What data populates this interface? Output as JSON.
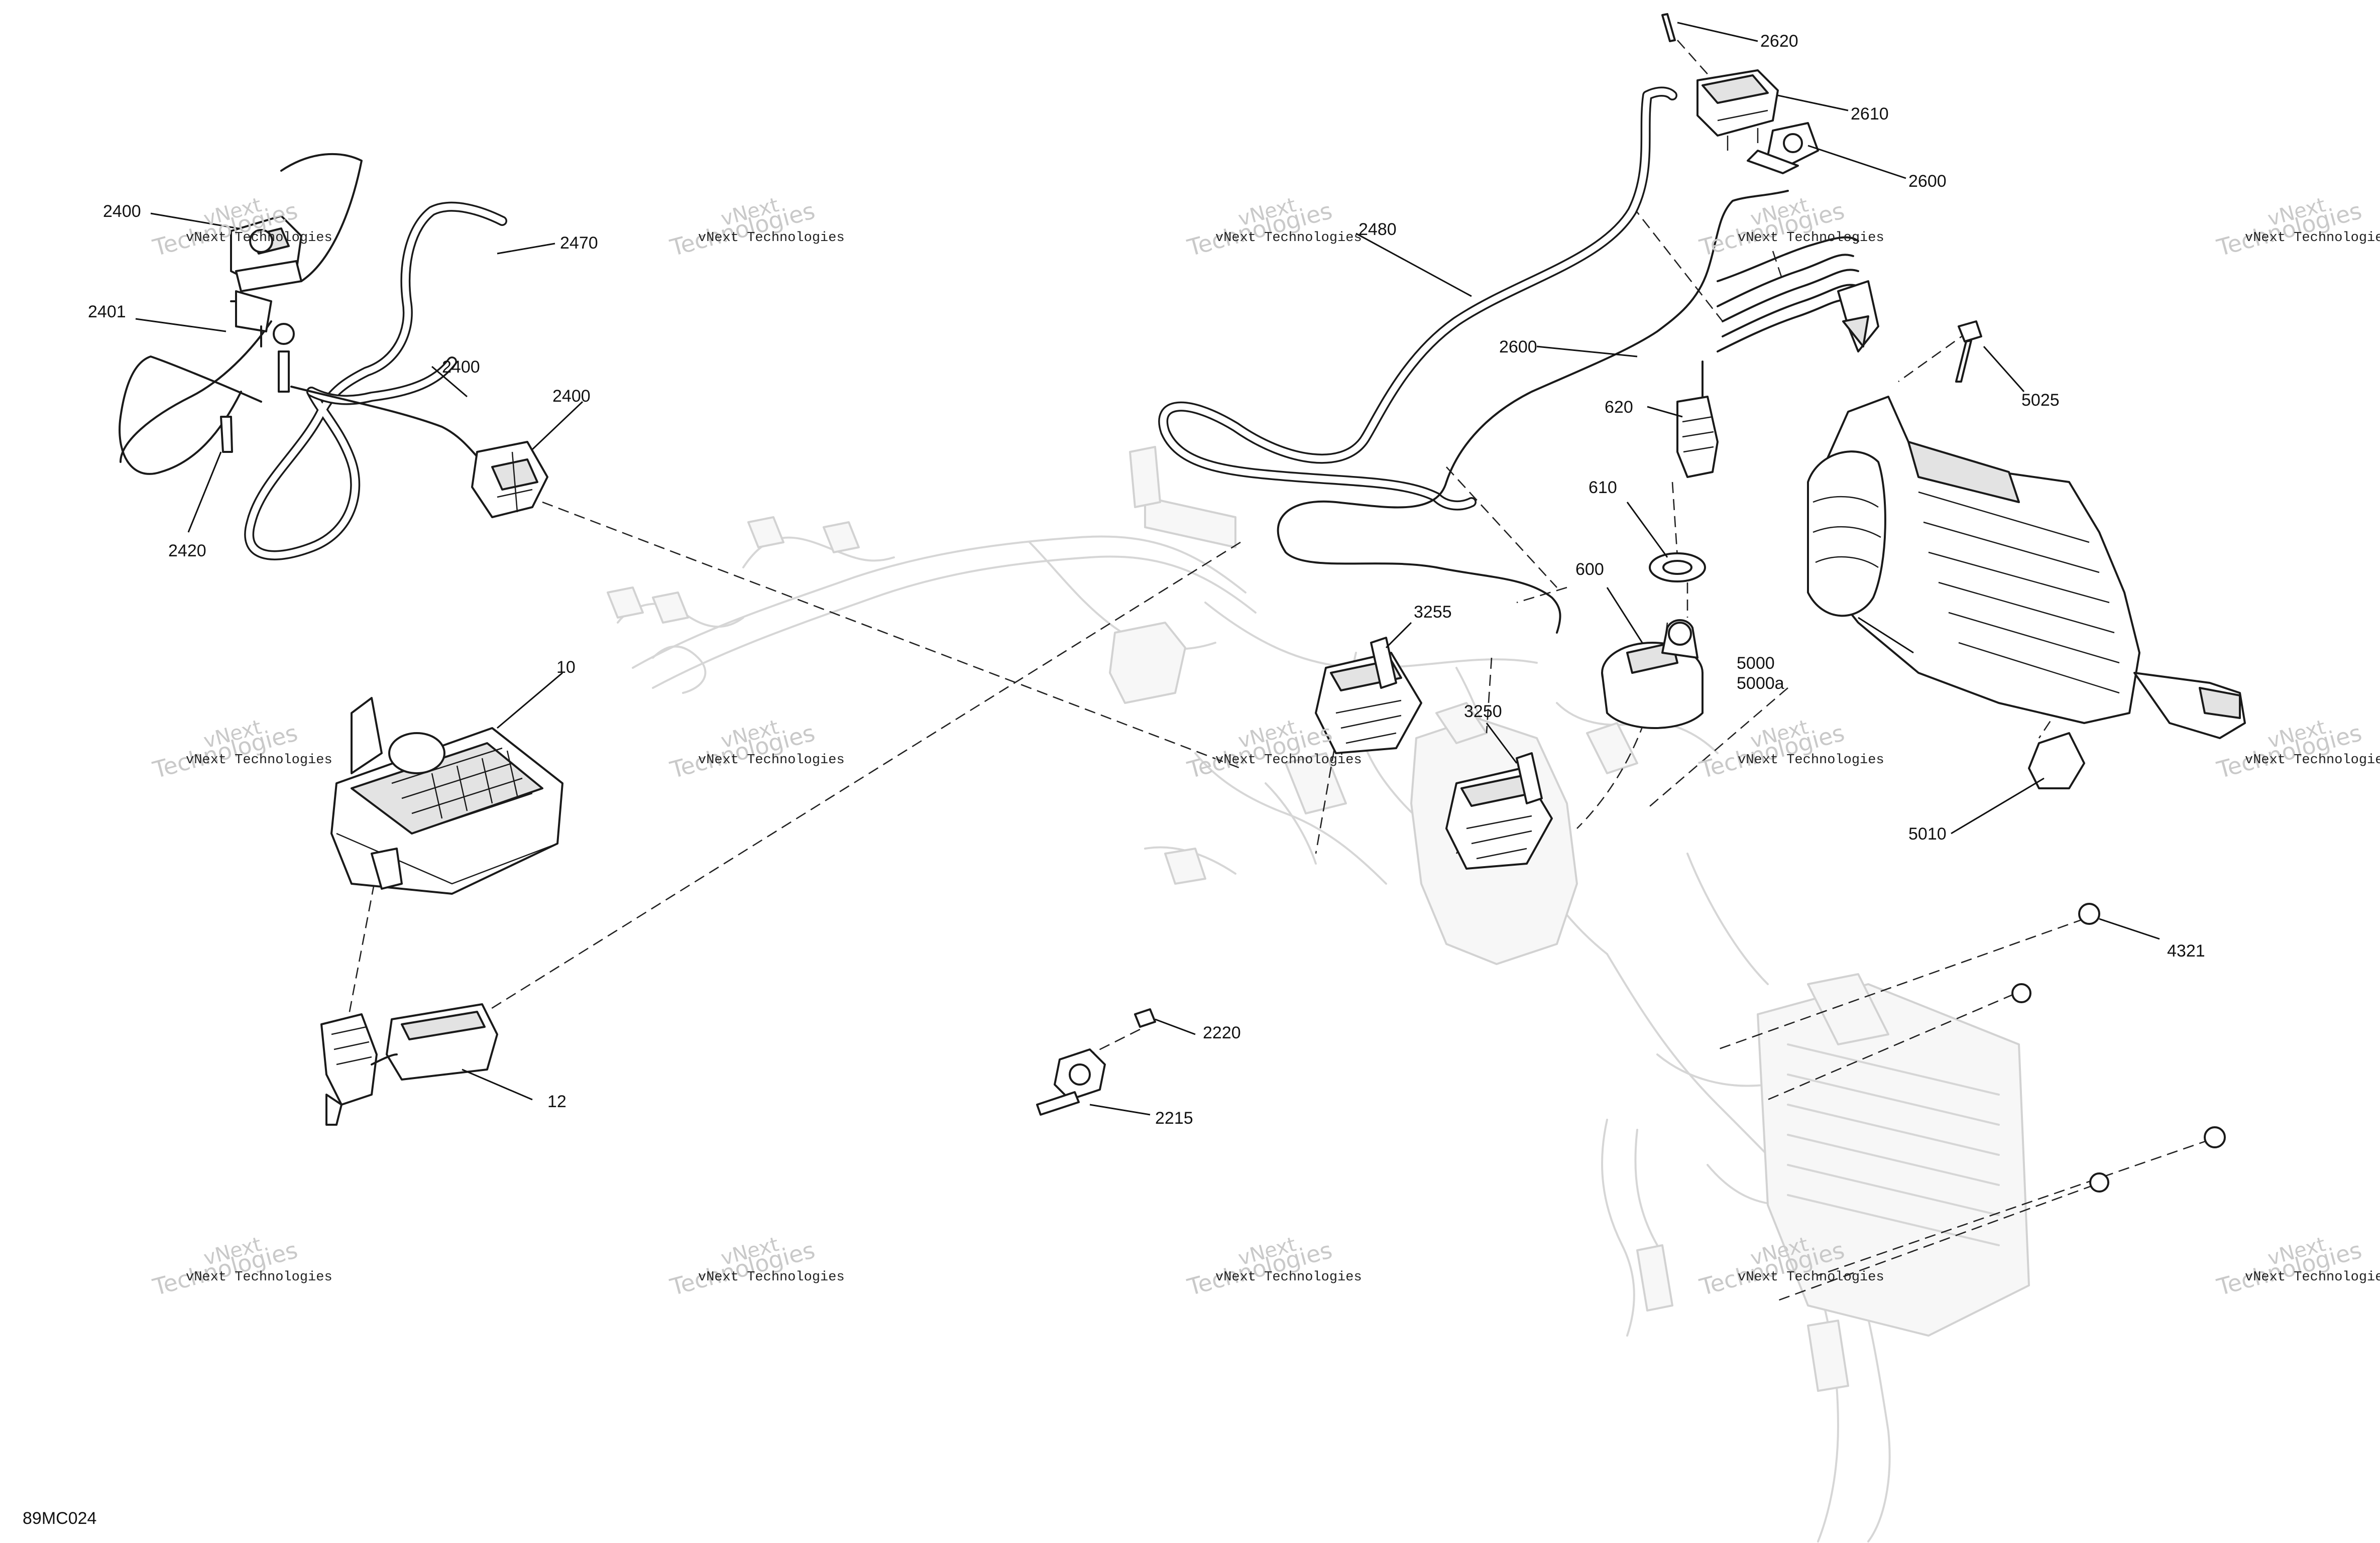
{
  "figure_code": "89MC024",
  "watermark": {
    "line1": "vNext",
    "line2": "Technologies",
    "line3": "vNext Technologies"
  },
  "callouts": {
    "c2400a": "2400",
    "c2401": "2401",
    "c2470": "2470",
    "c2400b": "2400",
    "c2400c": "2400",
    "c2420": "2420",
    "c2480": "2480",
    "c2620": "2620",
    "c2610": "2610",
    "c2600a": "2600",
    "c2600b": "2600",
    "c620": "620",
    "c610": "610",
    "c600": "600",
    "c3255": "3255",
    "c3250": "3250",
    "c5025": "5025",
    "c5000": "5000",
    "c5000a": "5000a",
    "c5010": "5010",
    "c10": "10",
    "c12": "12",
    "c2220": "2220",
    "c2215": "2215",
    "c4321": "4321"
  },
  "colors": {
    "line": "#111111",
    "ghost": "#d6d6d6",
    "watermark": "#c9c9c9",
    "background": "#ffffff"
  }
}
